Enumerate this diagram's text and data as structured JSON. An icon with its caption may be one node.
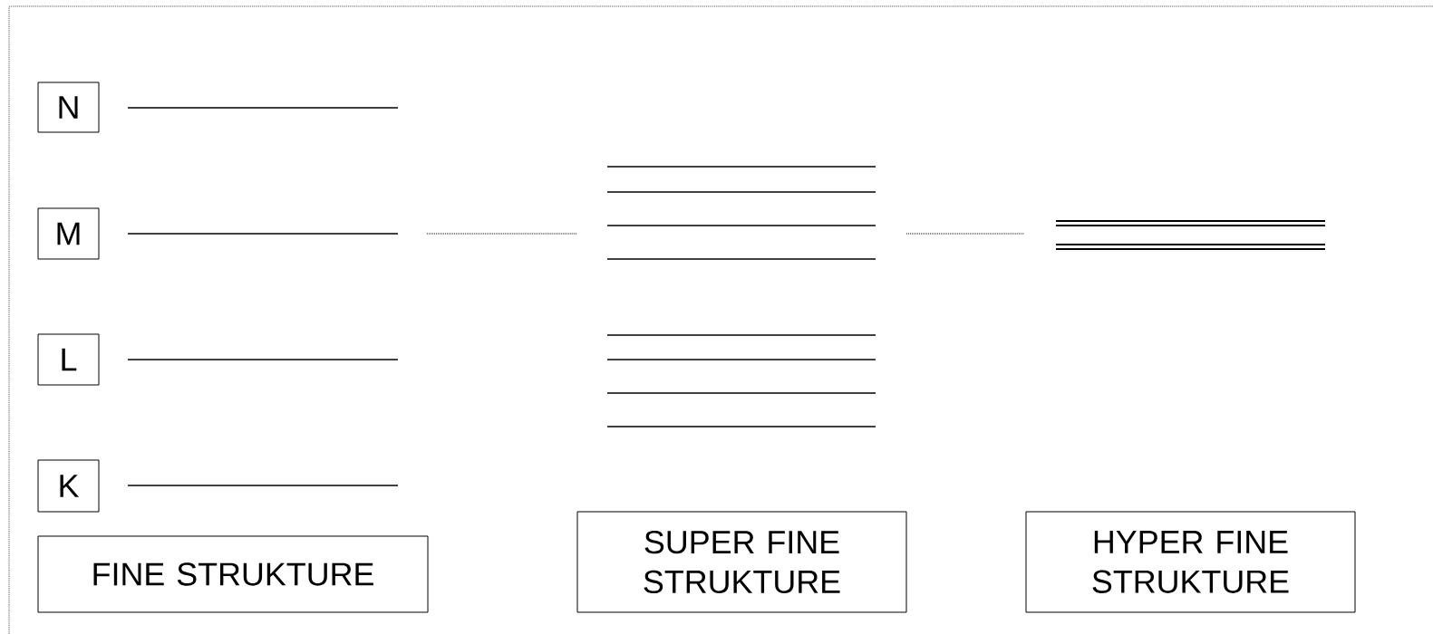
{
  "diagram": {
    "nodes": [
      {
        "text": [
          "N"
        ]
      },
      {
        "text": [
          "M"
        ]
      },
      {
        "text": [
          "L"
        ]
      },
      {
        "text": [
          "K"
        ]
      },
      {
        "text": [
          "FINE STRUKTURE"
        ]
      },
      {
        "text": [
          "SUPER FINE STRUKTURE"
        ]
      },
      {
        "text": [
          "HYPER FINE STRUKTURE"
        ]
      }
    ]
  }
}
